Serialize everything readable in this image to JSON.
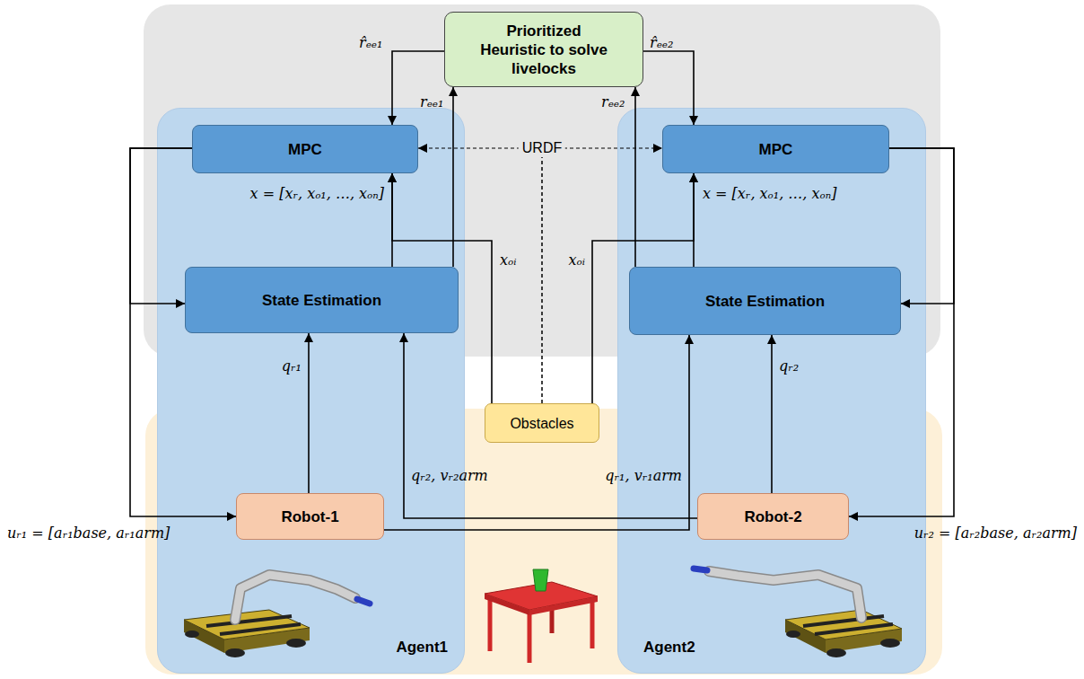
{
  "diagram": {
    "nodes": [
      {
        "text": [
          "Prioritized Heuristic to solve livelocks"
        ]
      },
      {
        "text": [
          "Agent1"
        ]
      },
      {
        "text": [
          "MPC"
        ],
        "in": 1
      },
      {
        "text": [
          "State Estimation"
        ],
        "in": 1
      },
      {
        "text": [
          "Robot-1"
        ],
        "in": 1
      },
      {
        "text": [
          "Agent2"
        ]
      },
      {
        "text": [
          "MPC"
        ],
        "in": 5
      },
      {
        "text": [
          "State Estimation"
        ],
        "in": 5
      },
      {
        "text": [
          "Robot-2"
        ],
        "in": 5
      },
      {
        "text": [
          "Obstacles"
        ]
      }
    ],
    "edges": [
      {
        "from": 0,
        "to": 2,
        "arrow": "to",
        "label": "r̂ₑₑ₁"
      },
      {
        "from": 3,
        "to": 0,
        "arrow": "to",
        "label": "rₑₑ₁"
      },
      {
        "from": 0,
        "to": 6,
        "arrow": "to",
        "label": "r̂ₑₑ₂"
      },
      {
        "from": 7,
        "to": 0,
        "arrow": "to",
        "label": "rₑₑ₂"
      },
      {
        "from": 3,
        "to": 2,
        "arrow": "to",
        "label": "x = [xᵣ, xₒ₁, …, xₒₙ]"
      },
      {
        "from": 7,
        "to": 6,
        "arrow": "to",
        "label": "x = [xᵣ, xₒ₁, …, xₒₙ]"
      },
      {
        "from": 9,
        "to": 2,
        "arrow": "to",
        "label": "xₒᵢ"
      },
      {
        "from": 9,
        "to": 6,
        "arrow": "to",
        "label": "xₒᵢ"
      },
      {
        "from": 9,
        "to": 2,
        "arrow": "to",
        "label": "URDF"
      },
      {
        "from": 9,
        "to": 6,
        "arrow": "to"
      },
      {
        "from": 2,
        "to": 4,
        "arrow": "to",
        "label": "uᵣ₁ = [aᵣ₁base, aᵣ₁arm]"
      },
      {
        "from": 2,
        "to": 3,
        "arrow": "to"
      },
      {
        "from": 6,
        "to": 8,
        "arrow": "to",
        "label": "uᵣ₂ = [aᵣ₂base, aᵣ₂arm]"
      },
      {
        "from": 6,
        "to": 7,
        "arrow": "to"
      },
      {
        "from": 4,
        "to": 3,
        "arrow": "to",
        "label": "qᵣ₁"
      },
      {
        "from": 8,
        "to": 7,
        "arrow": "to",
        "label": "qᵣ₂"
      },
      {
        "from": 8,
        "to": 3,
        "arrow": "to",
        "label": "qᵣ₂, vᵣ₂arm"
      },
      {
        "from": 4,
        "to": 7,
        "arrow": "to",
        "label": "qᵣ₁, vᵣ₁arm"
      }
    ]
  }
}
